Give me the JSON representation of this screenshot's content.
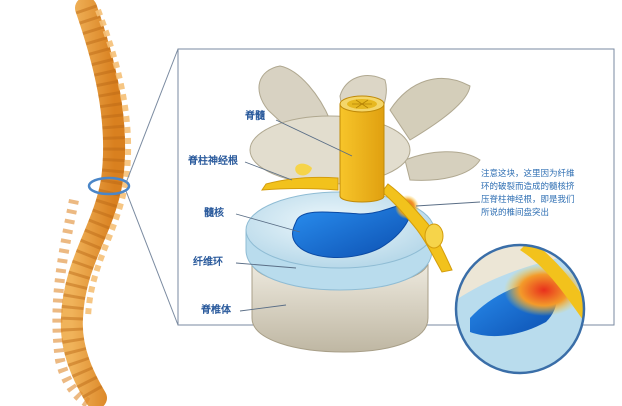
{
  "labels": {
    "spinal_cord": "脊髓",
    "nerve_root": "脊柱神经根",
    "nucleus": "髓核",
    "annulus": "纤维环",
    "vertebral_body": "脊椎体"
  },
  "annotation": {
    "lines": [
      "注意这块，这里因为纤维",
      "环的破裂而造成的髓核挤",
      "压脊柱神经根，即是我们",
      "所说的椎间盘突出"
    ]
  },
  "colors": {
    "label_text": "#2a5a9c",
    "note_text": "#2f6fb3",
    "spine_orange": "#e89a3c",
    "nucleus_blue": "#1f6fd0",
    "disc_light": "#cfe6f2",
    "bone": "#e6e1d2",
    "nerve_yellow": "#f2c21c",
    "frame_line": "#7a8aa0"
  }
}
